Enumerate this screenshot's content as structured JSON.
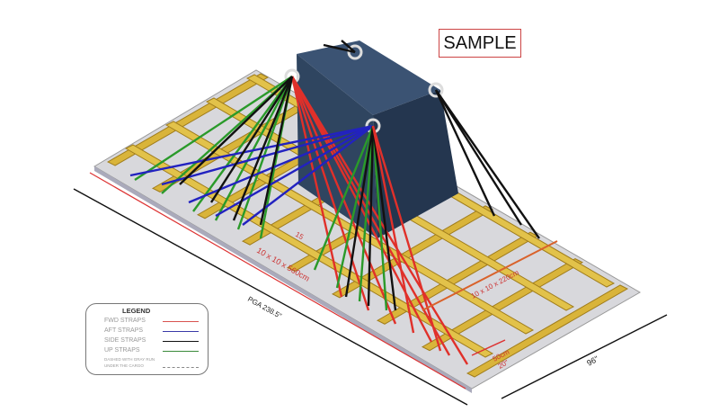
{
  "stamp": "SAMPLE",
  "legend": {
    "title": "LEGEND",
    "items": [
      {
        "label": "FWD STRAPS",
        "color": "#d9534f"
      },
      {
        "label": "AFT STRAPS",
        "color": "#3a3aa8"
      },
      {
        "label": "SIDE STRAPS",
        "color": "#111111"
      },
      {
        "label": "UP STRAPS",
        "color": "#3a8a3a"
      }
    ],
    "dashed_line1": "DASHED WITH GRAY RUN",
    "dashed_line2": "UNDER THE CARGO",
    "dashed_color": "#888888"
  },
  "dimensions": {
    "long_beam": "10 x 10 x 560cm",
    "short_beam": "10 x 10 x 220cm",
    "pallet_length": "PGA 238.5\"",
    "pallet_width": "96\"",
    "spacing_cm": "50cm",
    "spacing_in": "20\"",
    "small_label": "15"
  }
}
